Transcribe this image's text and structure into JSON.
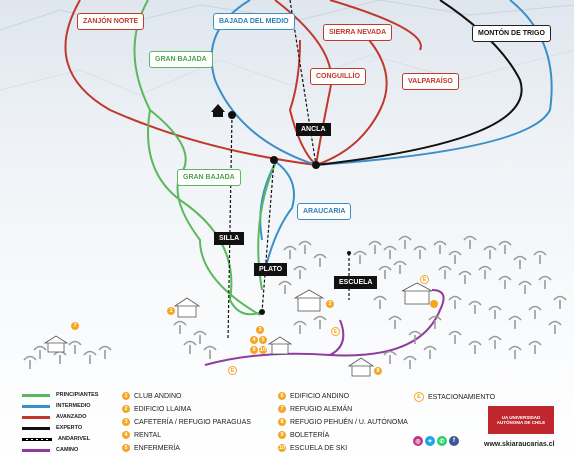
{
  "runs": {
    "zanjon_norte": "ZANJÓN NORTE",
    "bajada_del_medio": "BAJADA DEL MEDIO",
    "sierra_nevada": "SIERRA NEVADA",
    "monton_de_trigo": "MONTÓN DE TRIGO",
    "gran_bajada_top": "GRAN BAJADA",
    "conguillio": "CONGUILLÍO",
    "valparaiso": "VALPARAÍSO",
    "gran_bajada_mid": "GRAN BAJADA",
    "araucaria": "ARAUCARIA"
  },
  "lifts": {
    "ancla": "ANCLA",
    "silla": "SILLA",
    "plato": "PLATO",
    "escuela": "ESCUELA"
  },
  "map_pins": {
    "p7": "7",
    "p1": "1",
    "p2": "2",
    "p3": "3",
    "p4": "4",
    "p5": "5",
    "p9": "9",
    "p10": "10",
    "p8": "8",
    "e1": "E",
    "e2": "E",
    "e3": "E"
  },
  "legend": {
    "difficulty": [
      {
        "label": "PRINCIPIANTES",
        "color": "#5cb85c"
      },
      {
        "label": "INTERMEDIO",
        "color": "#3a8fc9"
      },
      {
        "label": "AVANZADO",
        "color": "#c0392b"
      },
      {
        "label": "EXPERTO",
        "color": "#111111"
      },
      {
        "label": "ANDARIVEL",
        "color": "dash"
      },
      {
        "label": "CAMINO",
        "color": "#8e3a9e"
      }
    ],
    "places_col1": [
      {
        "num": "1",
        "label": "CLUB ANDINO"
      },
      {
        "num": "2",
        "label": "EDIFICIO LLAIMA"
      },
      {
        "num": "3",
        "label": "CAFETERÍA / REFUGIO PARAGUAS"
      },
      {
        "num": "4",
        "label": "RENTAL"
      },
      {
        "num": "5",
        "label": "ENFERMERÍA"
      }
    ],
    "places_col2": [
      {
        "num": "6",
        "label": "EDIFICIO ANDINO"
      },
      {
        "num": "7",
        "label": "REFUGIO ALEMÁN"
      },
      {
        "num": "8",
        "label": "REFUGIO PEHUÉN / U. AUTÓNOMA"
      },
      {
        "num": "9",
        "label": "BOLETERÍA"
      },
      {
        "num": "10",
        "label": "ESCUELA DE SKI"
      }
    ],
    "parking": {
      "num": "E",
      "label": "ESTACIONAMIENTO"
    }
  },
  "logo_text": "UA UNIVERSIDAD AUTÓNOMA DE CHILE",
  "website": "www.skiaraucarias.cl",
  "colors": {
    "green": "#5cb85c",
    "blue": "#3a8fc9",
    "red": "#c0392b",
    "black": "#111111",
    "purple": "#8e3a9e",
    "orange": "#f5a623"
  }
}
